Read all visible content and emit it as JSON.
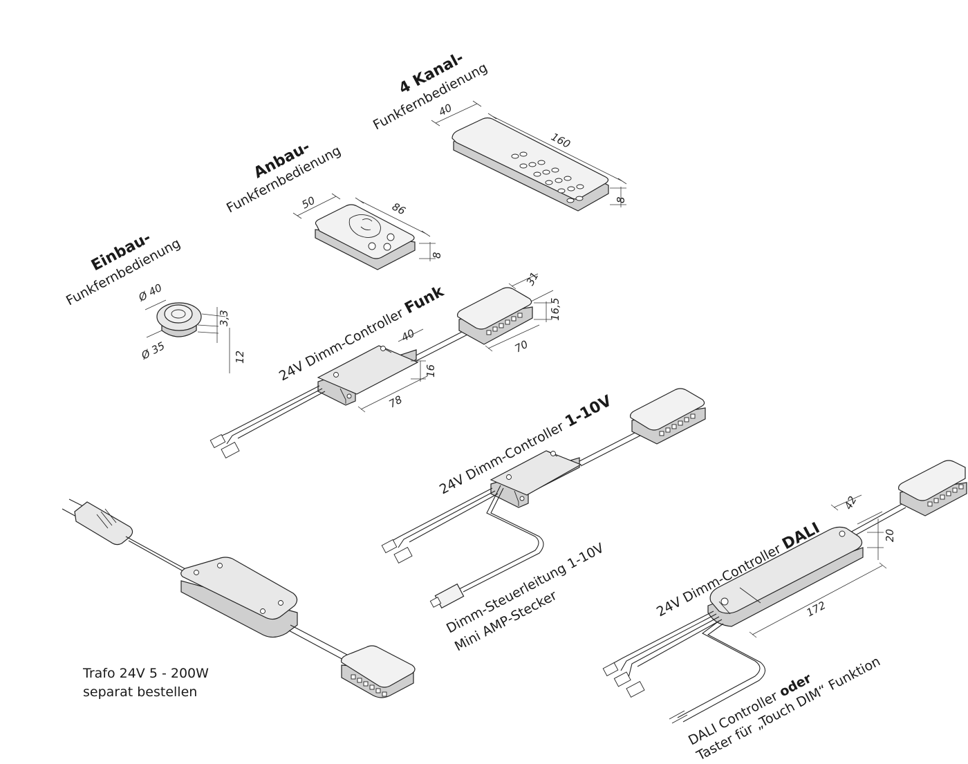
{
  "labels": {
    "einbau": {
      "line1": "Einbau-",
      "line2": "Funkfernbedienung"
    },
    "anbau": {
      "line1": "Anbau-",
      "line2": "Funkfernbedienung"
    },
    "kanal": {
      "line1": "4 Kanal-",
      "line2": "Funkfernbedienung"
    },
    "funk": {
      "prefix": "24V Dimm-Controller ",
      "bold": "Funk"
    },
    "v110": {
      "prefix": "24V Dimm-Controller ",
      "bold": "1-10V"
    },
    "dali": {
      "prefix": "24V Dimm-Controller ",
      "bold": "DALI"
    },
    "steuer": {
      "line1": "Dimm-Steuerleitung 1-10V",
      "line2": "Mini AMP-Stecker"
    },
    "dali_note": {
      "line1_a": "DALI Controller ",
      "line1_b": "oder",
      "line2": "Taster für „Touch DIM“ Funktion"
    },
    "trafo": {
      "line1": "Trafo 24V 5 - 200W",
      "line2": "separat bestellen"
    }
  },
  "dimensions": {
    "kanal_width": "40",
    "kanal_length": "160",
    "kanal_height": "8",
    "anbau_width": "50",
    "anbau_length": "86",
    "anbau_height": "8",
    "einbau_dia_top": "Ø 40",
    "einbau_dia_bottom": "Ø 35",
    "einbau_h1": "3,3",
    "einbau_h2": "12",
    "distributor_width": "31",
    "distributor_height": "16,5",
    "distributor_length": "70",
    "funk_width": "40",
    "funk_height": "16",
    "funk_length": "78",
    "dali_width": "42",
    "dali_height": "20",
    "dali_length": "172"
  },
  "colors": {
    "line": "#222222",
    "fill": "#e8e8e8",
    "background": "#ffffff"
  }
}
